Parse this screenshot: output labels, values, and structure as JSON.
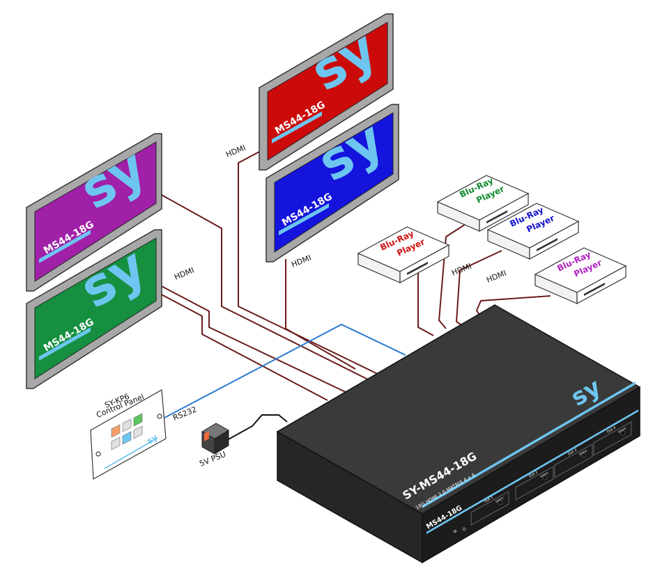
{
  "colors": {
    "hdmi_cable": "#6b1a1a",
    "rs232_cable": "#2a7ad0",
    "psu_cable": "#111111",
    "brand_blue": "#6ec6f0",
    "device_top": "#3a3a3a",
    "device_front": "#1f1f1f"
  },
  "displays": [
    {
      "id": "magenta",
      "model": "MS44-18G",
      "brand": "sy",
      "color": "#a020a8"
    },
    {
      "id": "green",
      "model": "MS44-18G",
      "brand": "sy",
      "color": "#169040"
    },
    {
      "id": "red",
      "model": "MS44-18G",
      "brand": "sy",
      "color": "#cc0a0a"
    },
    {
      "id": "blue",
      "model": "MS44-18G",
      "brand": "sy",
      "color": "#1414dd"
    }
  ],
  "players": [
    {
      "id": "red",
      "line1": "Blu-Ray",
      "line2": "Player",
      "color": "#cc1010"
    },
    {
      "id": "green",
      "line1": "Blu-Ray",
      "line2": "Player",
      "color": "#108a30"
    },
    {
      "id": "blue",
      "line1": "Blu-Ray",
      "line2": "Player",
      "color": "#1010cc"
    },
    {
      "id": "magenta",
      "line1": "Blu-Ray",
      "line2": "Player",
      "color": "#b020c0"
    }
  ],
  "labels": {
    "hdmi": "HDMI",
    "rs232": "RS232",
    "psu": "5V PSU",
    "panel_model": "SY-KP6",
    "panel_name": "Control Panel"
  },
  "device": {
    "model": "SY-MS44-18G",
    "subtitle": "18G HDMI 2.0 MATRIX 4 x 4",
    "front_model": "MS44-18G",
    "brand": "sy",
    "out_1": "Out 1",
    "out_2": "Out 2",
    "out_3": "Out 3",
    "out_4": "Out 4",
    "select": "Select",
    "ir": "IR"
  },
  "panel_buttons": [
    "#f4a06a",
    "#e0e0e0",
    "#5ec55e",
    "#e0e0e0",
    "#6ec6f0",
    "#e0e0e0"
  ]
}
